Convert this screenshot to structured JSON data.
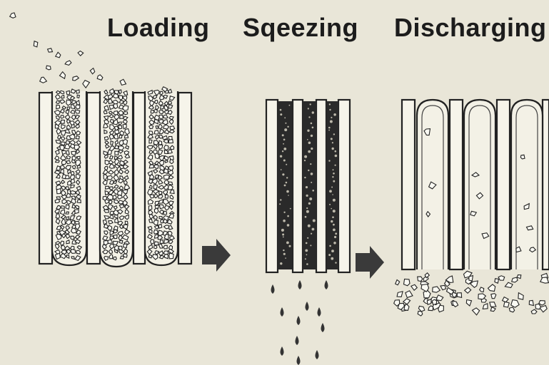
{
  "stages": {
    "loading": "Loading",
    "squeezing": "Sqeezing",
    "discharging": "Discharging"
  },
  "colors": {
    "paper": "#e9e6d8",
    "ink": "#222222"
  }
}
